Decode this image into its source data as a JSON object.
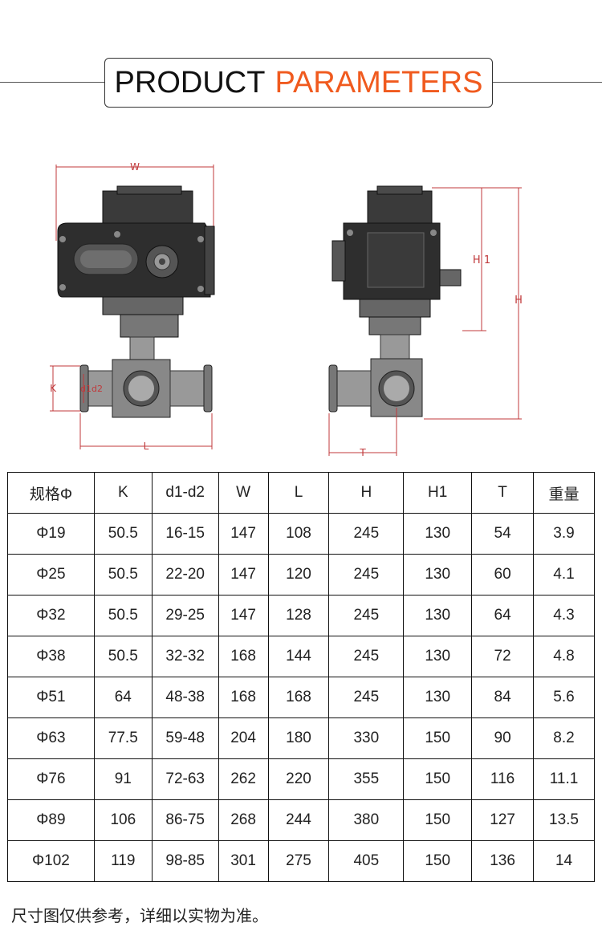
{
  "header": {
    "title_dark": "PRODUCT",
    "title_accent": "PARAMETERS",
    "accent_color": "#f05a1e"
  },
  "drawing": {
    "left_view": {
      "w": "W",
      "k": "K",
      "d": "d1d2",
      "l": "L"
    },
    "right_view": {
      "h": "H",
      "h1": "H 1",
      "t": "T"
    },
    "dim_color": "#c0393b"
  },
  "table": {
    "headers": [
      "规格Φ",
      "K",
      "d1-d2",
      "W",
      "L",
      "H",
      "H1",
      "T",
      "重量"
    ],
    "rows": [
      [
        "Φ19",
        "50.5",
        "16-15",
        "147",
        "108",
        "245",
        "130",
        "54",
        "3.9"
      ],
      [
        "Φ25",
        "50.5",
        "22-20",
        "147",
        "120",
        "245",
        "130",
        "60",
        "4.1"
      ],
      [
        "Φ32",
        "50.5",
        "29-25",
        "147",
        "128",
        "245",
        "130",
        "64",
        "4.3"
      ],
      [
        "Φ38",
        "50.5",
        "32-32",
        "168",
        "144",
        "245",
        "130",
        "72",
        "4.8"
      ],
      [
        "Φ51",
        "64",
        "48-38",
        "168",
        "168",
        "245",
        "130",
        "84",
        "5.6"
      ],
      [
        "Φ63",
        "77.5",
        "59-48",
        "204",
        "180",
        "330",
        "150",
        "90",
        "8.2"
      ],
      [
        "Φ76",
        "91",
        "72-63",
        "262",
        "220",
        "355",
        "150",
        "116",
        "11.1"
      ],
      [
        "Φ89",
        "106",
        "86-75",
        "268",
        "244",
        "380",
        "150",
        "127",
        "13.5"
      ],
      [
        "Φ102",
        "119",
        "98-85",
        "301",
        "275",
        "405",
        "150",
        "136",
        "14"
      ]
    ]
  },
  "note": "尺寸图仅供参考，详细以实物为准。"
}
